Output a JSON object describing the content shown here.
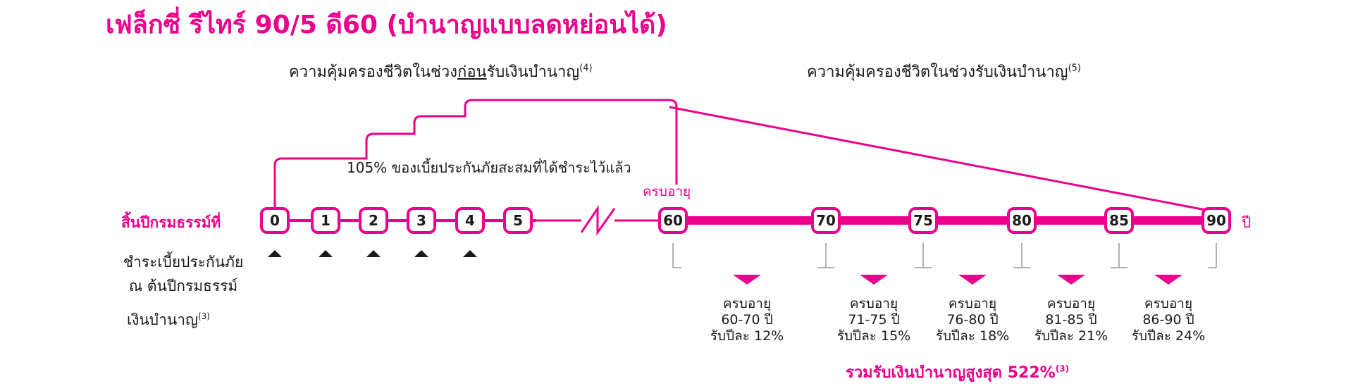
{
  "title": "เฟล็กซี่ รีไทร์ 90/5 ดี60 (บำนาญแบบลดหย่อนได้)",
  "section_before": {
    "pre": "ความคุ้มครองชีวิตในช่วง",
    "underlined": "ก่อน",
    "post": "รับเงินบำนาญ",
    "note": "(4)"
  },
  "section_during": {
    "text": "ความคุ้มครองชีวิตในช่วงรับเงินบำนาญ",
    "note": "(5)"
  },
  "step_label": "105% ของเบี้ยประกันภัยสะสมที่ได้ชำระไว้แล้ว",
  "age_label": "ครบอายุ",
  "row_label": "สิ้นปีกรมธรรม์ที่",
  "unit": "ปี",
  "payment_label_line1": "ชำระเบี้ยประกันภัย",
  "payment_label_line2": "ณ ต้นปีกรมธรรม์",
  "annuity_label": {
    "text": "เงินบำนาญ",
    "note": "(3)"
  },
  "policy_years": [
    "0",
    "1",
    "2",
    "3",
    "4",
    "5"
  ],
  "annuity_ages": [
    "60",
    "70",
    "75",
    "80",
    "85",
    "90"
  ],
  "annuity_periods": [
    {
      "line1": "ครบอายุ",
      "line2": "60-70 ปี",
      "line3": "รับปีละ 12%"
    },
    {
      "line1": "ครบอายุ",
      "line2": "71-75 ปี",
      "line3": "รับปีละ 15%"
    },
    {
      "line1": "ครบอายุ",
      "line2": "76-80 ปี",
      "line3": "รับปีละ 18%"
    },
    {
      "line1": "ครบอายุ",
      "line2": "81-85 ปี",
      "line3": "รับปีละ 21%"
    },
    {
      "line1": "ครบอายุ",
      "line2": "86-90 ปี",
      "line3": "รับปีละ 24%"
    }
  ],
  "total": {
    "text": "รวมรับเงินบำนาญสูงสุด 522%",
    "note": "(3)"
  },
  "colors": {
    "accent": "#ec008c",
    "text": "#1a1a1a",
    "tick": "#999999"
  }
}
